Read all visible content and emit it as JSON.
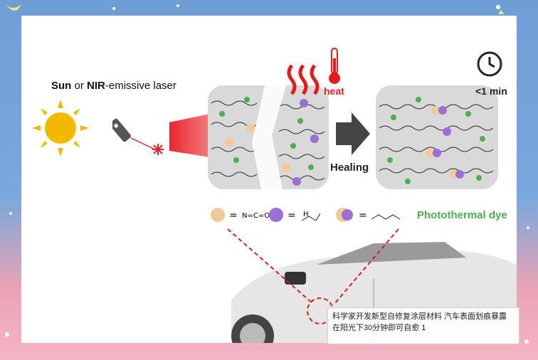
{
  "illustration": {
    "sun_label_bold1": "Sun",
    "sun_label_mid": " or ",
    "sun_label_bold2": "NIR",
    "sun_label_end": "-emissive laser",
    "heat_label": "heat",
    "healing_label": "Healing",
    "time_label": "<1 min",
    "dye_label": "Photothermal dye"
  },
  "caption": {
    "text": "科学家开发新型自修复涂层材料 汽车表面划痕暴露在阳光下30分钟即可自愈 1"
  },
  "colors": {
    "sun": "#f5b800",
    "laser": "#e8242b",
    "dye": "#4caf50",
    "isocyanate": "#f4c99a",
    "amine": "#9b6fd6"
  }
}
